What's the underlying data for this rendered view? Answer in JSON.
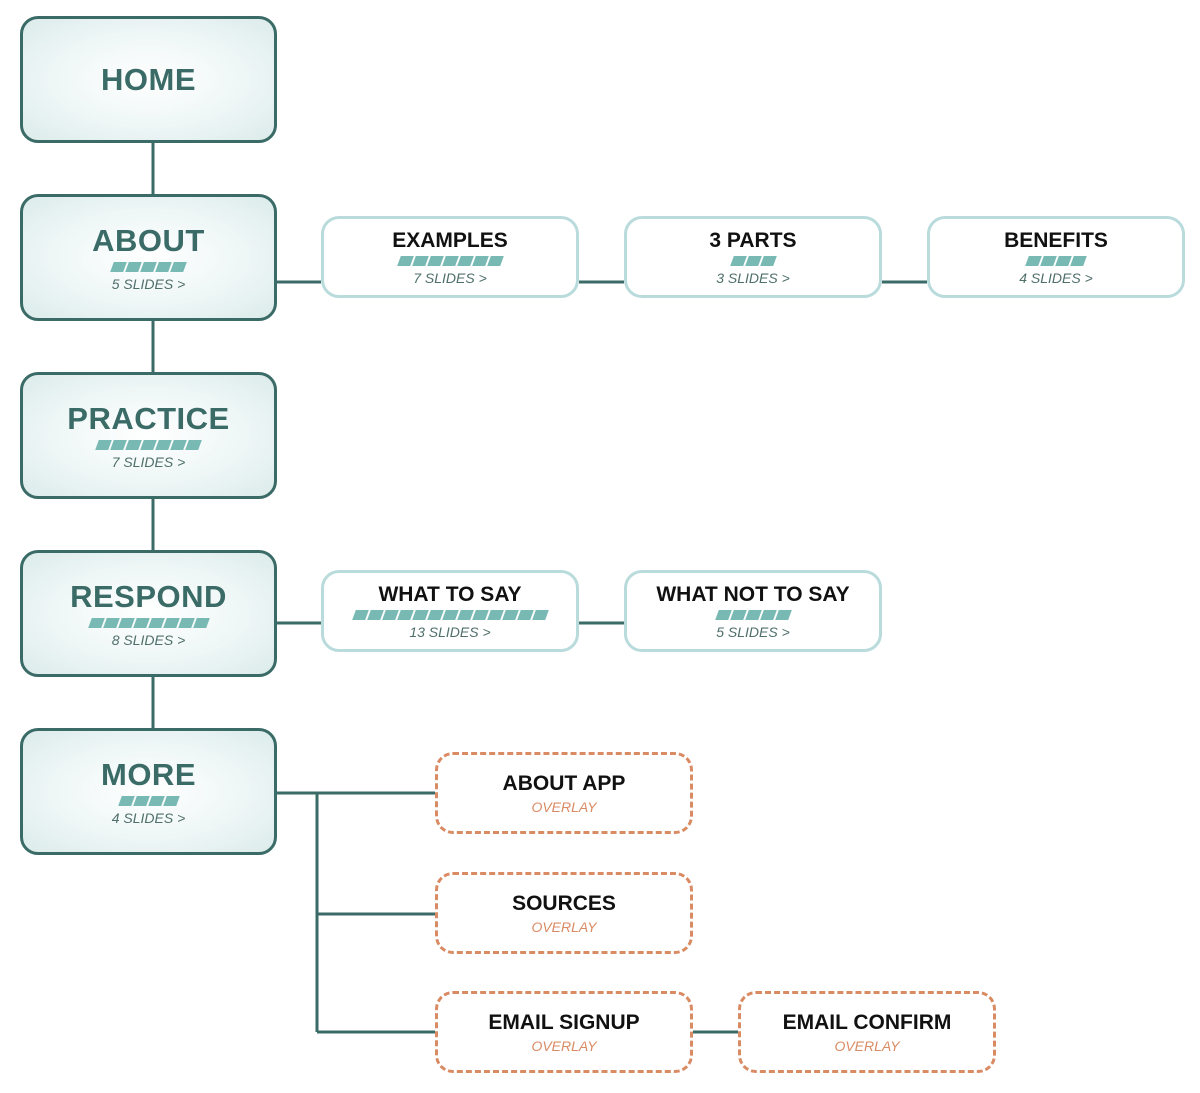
{
  "main": {
    "home": {
      "title": "HOME"
    },
    "about": {
      "title": "ABOUT",
      "slides": "5 SLIDES >",
      "count": 5
    },
    "practice": {
      "title": "PRACTICE",
      "slides": "7 SLIDES >",
      "count": 7
    },
    "respond": {
      "title": "RESPOND",
      "slides": "8 SLIDES >",
      "count": 8
    },
    "more": {
      "title": "MORE",
      "slides": "4 SLIDES >",
      "count": 4
    }
  },
  "about_children": {
    "examples": {
      "title": "EXAMPLES",
      "slides": "7 SLIDES >",
      "count": 7
    },
    "three_parts": {
      "title": "3 PARTS",
      "slides": "3 SLIDES >",
      "count": 3
    },
    "benefits": {
      "title": "BENEFITS",
      "slides": "4 SLIDES >",
      "count": 4
    }
  },
  "respond_children": {
    "what_to_say": {
      "title": "WHAT TO SAY",
      "slides": "13 SLIDES >",
      "count": 13
    },
    "what_not_to_say": {
      "title": "WHAT NOT TO SAY",
      "slides": "5 SLIDES >",
      "count": 5
    }
  },
  "more_children": {
    "about_app": {
      "title": "ABOUT APP",
      "tag": "OVERLAY"
    },
    "sources": {
      "title": "SOURCES",
      "tag": "OVERLAY"
    },
    "email_signup": {
      "title": "EMAIL SIGNUP",
      "tag": "OVERLAY"
    },
    "email_confirm": {
      "title": "EMAIL CONFIRM",
      "tag": "OVERLAY"
    }
  },
  "colors": {
    "main_border": "#3b6b66",
    "main_text": "#3b6b66",
    "sub_border": "#b9dbdc",
    "overlay_border": "#d98b64",
    "progress": "#79b9b4",
    "connector": "#3b6b66"
  }
}
